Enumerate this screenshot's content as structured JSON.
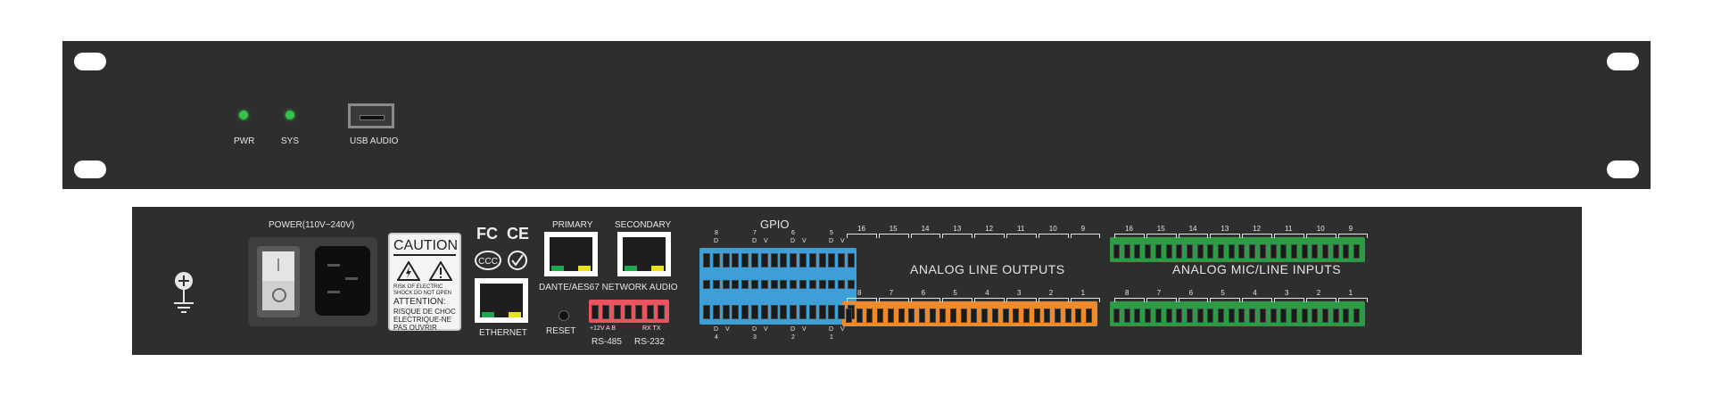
{
  "front_panel": {
    "led_pwr_label": "PWR",
    "led_sys_label": "SYS",
    "usb_label": "USB AUDIO",
    "led_color": "#37c24a"
  },
  "rear_panel": {
    "power_label": "POWER(110V~240V)",
    "caution": {
      "title": "CAUTION",
      "risk_en": "RISK OF ELECTRIC SHOCK DO NOT OPEN",
      "attention_title": "ATTENTION:",
      "attention_fr": "RISQUE DE CHOC ELECTRIQUE-NE PAS OUVRIR"
    },
    "cert_marks": [
      "FC",
      "CE"
    ],
    "primary_label": "PRIMARY",
    "secondary_label": "SECONDARY",
    "dante_label": "DANTE/AES67 NETWORK AUDIO",
    "ethernet_label": "ETHERNET",
    "reset_label": "RESET",
    "rs485_pins": "+12V  A  B",
    "rs232_pins": "RX  TX",
    "rs485_label": "RS-485",
    "rs232_label": "RS-232",
    "gpio_label": "GPIO",
    "gpio_top_channels": [
      "8",
      "7",
      "6",
      "5"
    ],
    "gpio_bottom_channels": [
      "4",
      "3",
      "2",
      "1"
    ],
    "gpio_pin_letters": [
      "D",
      "V",
      "D",
      "V",
      "D",
      "V",
      "D",
      "V"
    ],
    "outputs_label": "ANALOG LINE OUTPUTS",
    "outputs_top_channels": [
      "16",
      "15",
      "14",
      "13",
      "12",
      "11",
      "10",
      "9"
    ],
    "outputs_bottom_channels": [
      "8",
      "7",
      "6",
      "5",
      "4",
      "3",
      "2",
      "1"
    ],
    "inputs_label": "ANALOG MIC/LINE INPUTS",
    "inputs_top_channels": [
      "16",
      "15",
      "14",
      "13",
      "12",
      "11",
      "10",
      "9"
    ],
    "inputs_bottom_channels": [
      "8",
      "7",
      "6",
      "5",
      "4",
      "3",
      "2",
      "1"
    ],
    "colors": {
      "gpio": "#3d9fd6",
      "rs": "#e8555e",
      "outputs": "#ef8a2c",
      "inputs": "#2e9a46"
    }
  }
}
